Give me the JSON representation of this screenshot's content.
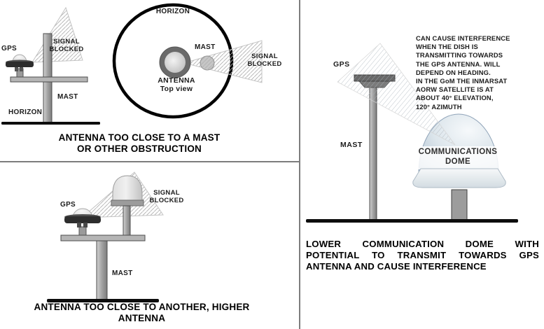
{
  "panel_mast": {
    "gps_label": "GPS",
    "signal_blocked_label": "SIGNAL\nBLOCKED",
    "mast_label": "MAST",
    "horizon_label": "HORIZON",
    "caption": "ANTENNA TOO CLOSE TO A MAST\nOR OTHER OBSTRUCTION"
  },
  "panel_topview": {
    "horizon_label": "HORIZON",
    "mast_label": "MAST",
    "signal_blocked_label": "SIGNAL\nBLOCKED",
    "antenna_label": "ANTENNA",
    "view_label": "Top view"
  },
  "panel_higher_antenna": {
    "gps_label": "GPS",
    "signal_blocked_label": "SIGNAL\nBLOCKED",
    "mast_label": "MAST",
    "caption": "ANTENNA TOO CLOSE TO ANOTHER, HIGHER\nANTENNA"
  },
  "panel_dome": {
    "gps_label": "GPS",
    "mast_label": "MAST",
    "note": "CAN CAUSE INTERFERENCE\nWHEN THE DISH IS\nTRANSMITTING TOWARDS\nTHE GPS ANTENNA. WILL\nDEPEND ON HEADING.\nIN THE GoM THE INMARSAT\nAORW SATELLITE IS AT\nABOUT 40° ELEVATION,\n120° AZIMUTH",
    "dome_label": "COMMUNICATIONS\nDOME",
    "caption_lines": [
      "LOWER COMMUNICATION DOME WITH",
      "POTENTIAL TO TRANSMIT TOWARDS GPS",
      "ANTENNA AND CAUSE INTERFERENCE"
    ]
  },
  "colors": {
    "background": "#ffffff",
    "text": "#1c1c1c",
    "ground": "#0d0d0d",
    "mast_gray": "#9e9e9e",
    "dome_blue": "#b9c9d6",
    "divider_gray": "#7d7d7d"
  }
}
